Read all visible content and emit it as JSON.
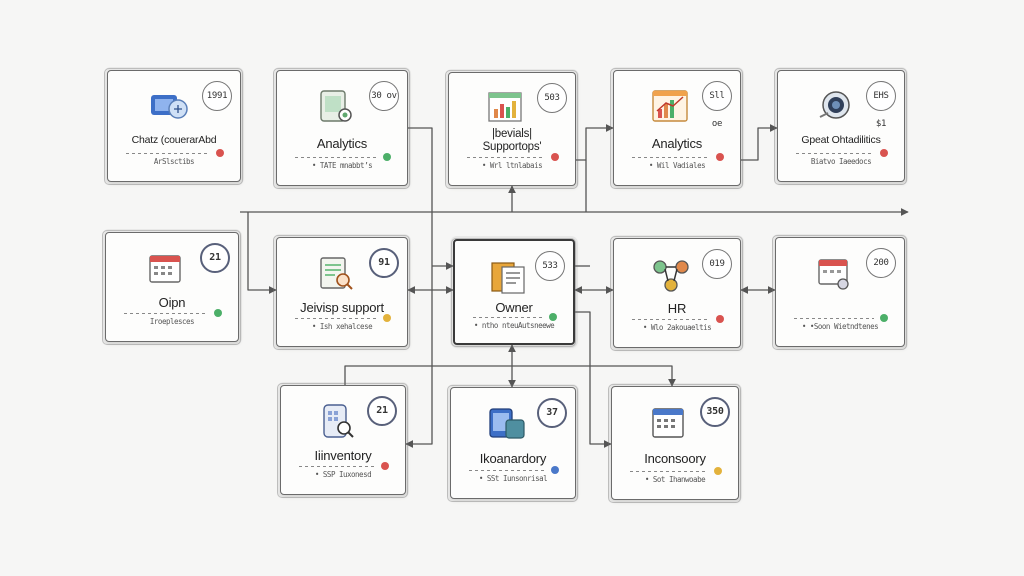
{
  "diagram": {
    "colors": {
      "red": "#d9534f",
      "green": "#4caf68",
      "yellow": "#e3b23c",
      "blue": "#4a78c9",
      "wire": "#555555"
    },
    "nodes": [
      {
        "id": "n1",
        "icon": "chat-support-icon",
        "badge": "1991",
        "title": "Chatz (couerarAbd",
        "subtitle": "ArSlsctibs",
        "dot": "red"
      },
      {
        "id": "n2",
        "icon": "analytics-tablet-icon",
        "badge": "30 ov",
        "title": "Analytics",
        "subtitle": "• TATE mnabbt’s",
        "dot": "green"
      },
      {
        "id": "n3",
        "icon": "spreadsheet-chart-icon",
        "badge": "503",
        "title": "|bevials| Supportops'",
        "subtitle": "• Wrl ltnlabais",
        "dot": "red"
      },
      {
        "id": "n4",
        "icon": "analytics-chart-icon",
        "badge": "Sll oe",
        "title": "Analytics",
        "subtitle": "• Wil Vadiales",
        "dot": "red"
      },
      {
        "id": "n5",
        "icon": "camera-lens-icon",
        "badge": "EHS $1",
        "title": "Gpeat Ohtadilitics",
        "subtitle": "Biatvo Iaeedocs",
        "dot": "red"
      },
      {
        "id": "n6",
        "icon": "calendar-icon",
        "badge": "21",
        "title": "Oipn",
        "subtitle": "Iroeplesces",
        "dot": "green"
      },
      {
        "id": "n7",
        "icon": "document-search-icon",
        "badge": "91",
        "title": "Jeivisp support",
        "subtitle": "• Ish xehalcese",
        "dot": "yellow"
      },
      {
        "id": "n8",
        "icon": "folder-documents-icon",
        "badge": "533",
        "title": "Owner",
        "subtitle": "• ntho nteuAutsneewe",
        "dot": "green"
      },
      {
        "id": "n9",
        "icon": "network-tools-icon",
        "badge": "019",
        "title": "HR",
        "subtitle": "• Wlo 2akouaeltis",
        "dot": "red"
      },
      {
        "id": "n10",
        "icon": "calendar-wrench-icon",
        "badge": "200",
        "title": "",
        "subtitle": "• •Soon Wietndtenes",
        "dot": "green"
      },
      {
        "id": "n11",
        "icon": "phone-search-icon",
        "badge": "21",
        "title": "Iiinventory",
        "subtitle": "• SSP Iuxonesd",
        "dot": "red"
      },
      {
        "id": "n12",
        "icon": "tablet-device-icon",
        "badge": "37",
        "title": "Ikoanardory",
        "subtitle": "• SSt Iunsonrisal",
        "dot": "blue"
      },
      {
        "id": "n13",
        "icon": "calendar-planner-icon",
        "badge": "350",
        "title": "Inconsoory",
        "subtitle": "• Sot Ihanwoabe",
        "dot": "yellow"
      }
    ]
  }
}
